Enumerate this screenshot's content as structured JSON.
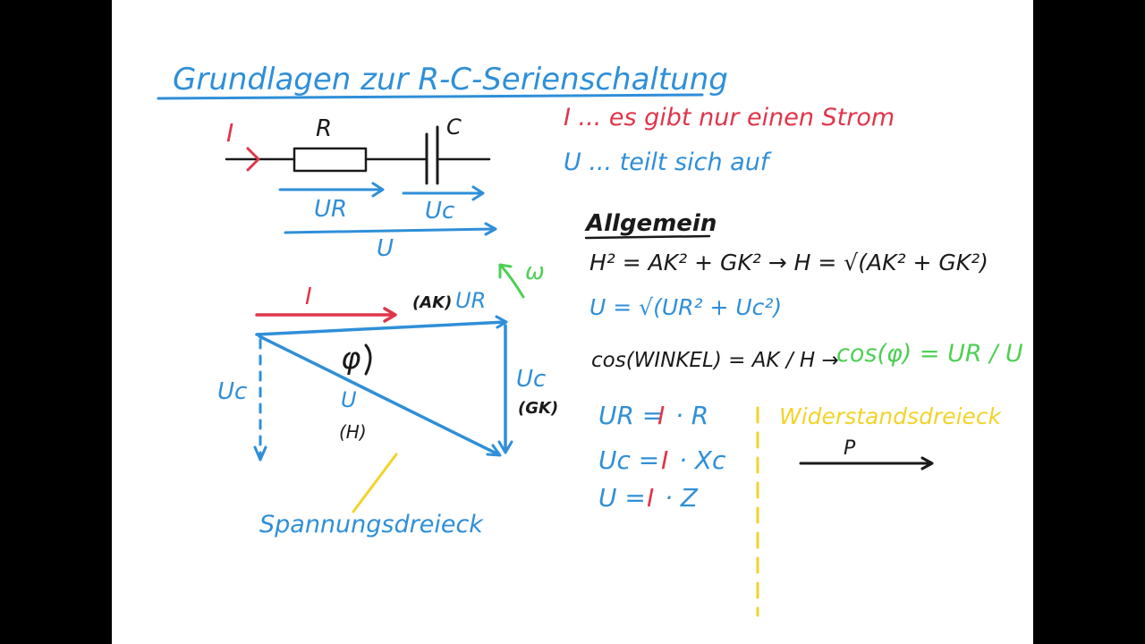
{
  "title": "Grundlagen zur R-C-Serienschaltung",
  "circuit": {
    "current_label": "I",
    "resistor_label": "R",
    "capacitor_label": "C",
    "ur_label": "UR",
    "uc_label": "Uc",
    "u_label": "U"
  },
  "notes": {
    "current_note": "I ... es gibt nur einen Strom",
    "voltage_note": "U ... teilt sich auf"
  },
  "triangle": {
    "current_label": "I",
    "ak_label": "(AK)",
    "ur_label": "UR",
    "phi_label": "φ",
    "hyp_label": "U",
    "hyp_sub": "(H)",
    "uc_left": "Uc",
    "uc_right": "Uc",
    "gk_label": "(GK)",
    "omega_label": "ω",
    "caption": "Spannungsdreieck"
  },
  "general": {
    "heading": "Allgemein",
    "pythagoras": "H² = AK² + GK²  →  H = √(AK² + GK²)",
    "u_formula": "U = √(UR² + Uc²)",
    "cos_def": "cos(WINKEL) = AK / H  →",
    "cos_phi": "cos(φ) = UR / U"
  },
  "ohm": {
    "ur_lhs": "UR =",
    "ur_i": "I",
    "ur_rhs": "· R",
    "uc_lhs": "Uc =",
    "uc_i": "I",
    "uc_rhs": "· Xc",
    "u_lhs": "U =",
    "u_i": "I",
    "u_rhs": "· Z"
  },
  "resistance": {
    "heading": "Widerstandsdreieck",
    "p_label": "P"
  }
}
